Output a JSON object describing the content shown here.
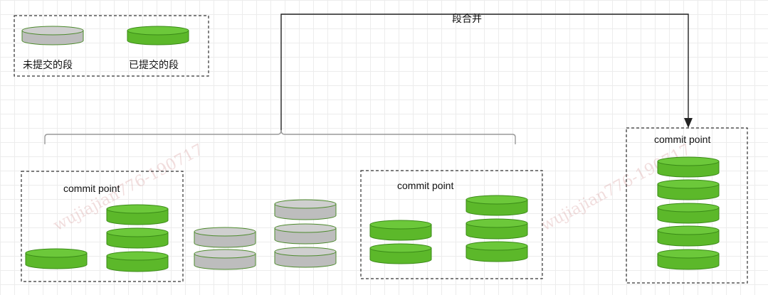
{
  "legend": {
    "uncommitted_label": "未提交的段",
    "committed_label": "已提交的段"
  },
  "merge_label": "段合并",
  "commit_point_label": "commit point",
  "watermark_text": "wujiajian776-190717",
  "colors": {
    "committed_fill": "#5cb82a",
    "committed_top": "#6cc83a",
    "committed_stroke": "#3a8a17",
    "uncommitted_fill": "#bdbdbd",
    "uncommitted_top": "#cfcfcf",
    "uncommitted_stroke": "#4d8a2d",
    "dashed_border": "#333333",
    "arrow": "#222222",
    "bracket": "#999999"
  },
  "groups": {
    "commit_group_1": {
      "segments": [
        "committed",
        "committed",
        "committed",
        "committed"
      ]
    },
    "loose_group_1": {
      "segments": [
        "uncommitted",
        "uncommitted"
      ]
    },
    "loose_group_2": {
      "segments": [
        "uncommitted",
        "uncommitted",
        "uncommitted"
      ]
    },
    "commit_group_2": {
      "segments": [
        "committed",
        "committed",
        "committed",
        "committed",
        "committed"
      ]
    },
    "merged_group": {
      "segments": [
        "committed",
        "committed",
        "committed",
        "committed",
        "committed"
      ]
    }
  }
}
